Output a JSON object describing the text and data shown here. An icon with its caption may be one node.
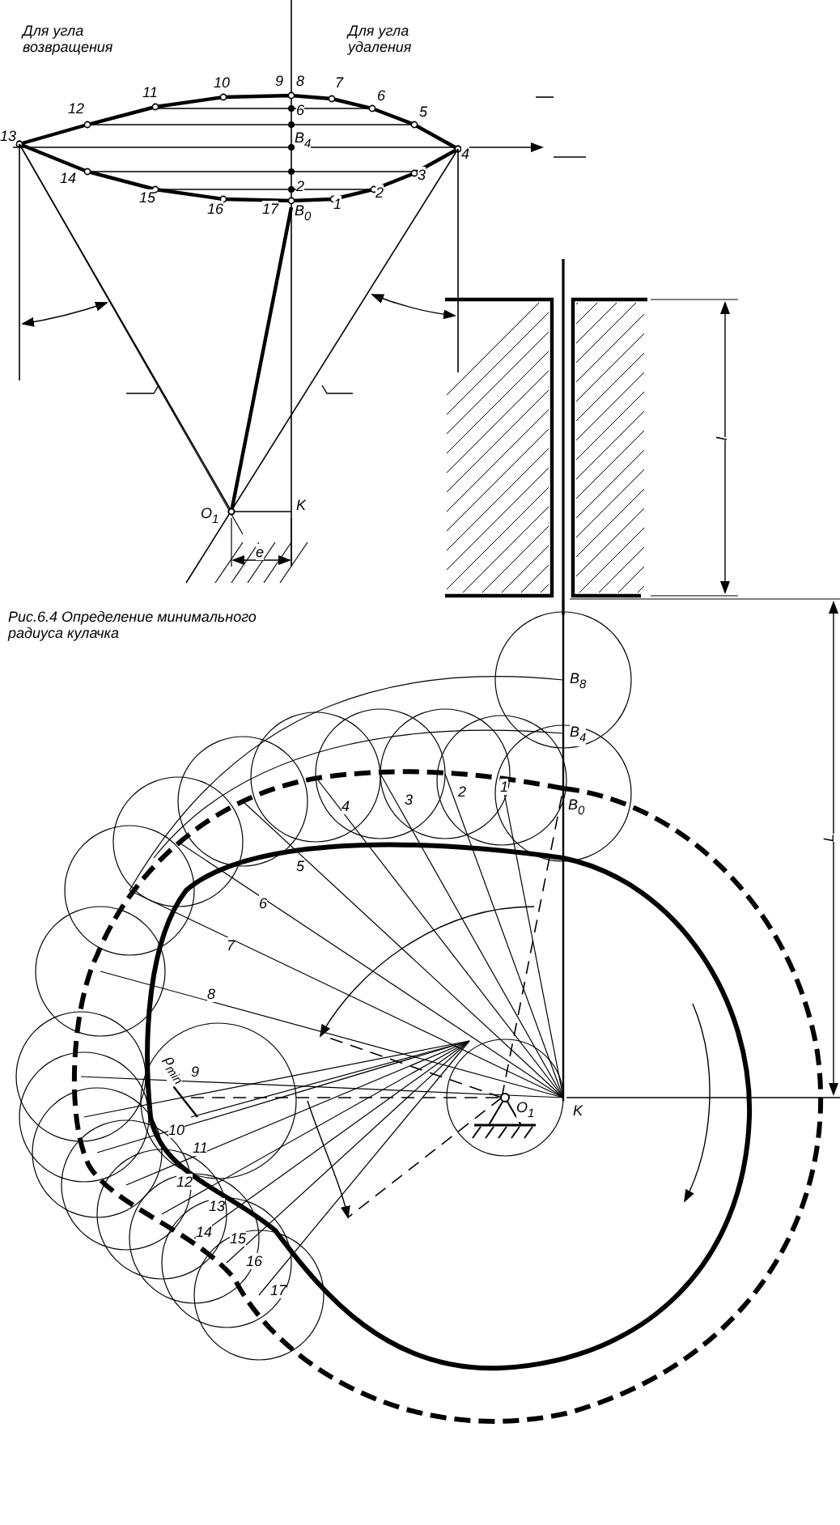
{
  "diagram": {
    "caption": "Рис.6.4 Определение минимального радиуса кулачка",
    "labels": [
      "Для угла возвращения",
      "Для угла удаления",
      "10",
      "9",
      "8",
      "11",
      "7",
      "12",
      "6",
      "6",
      "5",
      "13",
      "B$_{4}$",
      "4",
      "14",
      "3",
      "2",
      "15",
      "2",
      "16",
      "17",
      "B$_{0}$",
      "1",
      "O$_{1}$",
      "K",
      "e",
      "l",
      "B$_{8}$",
      "B$_{4}$",
      "4",
      "3",
      "2",
      "1",
      "B$_{0}$",
      "5",
      "L",
      "6",
      "7",
      "8",
      "9",
      "ρ$_{min}$",
      "10",
      "O$_{1}$",
      "K",
      "11",
      "12",
      "13",
      "14",
      "15",
      "16",
      "17"
    ]
  }
}
